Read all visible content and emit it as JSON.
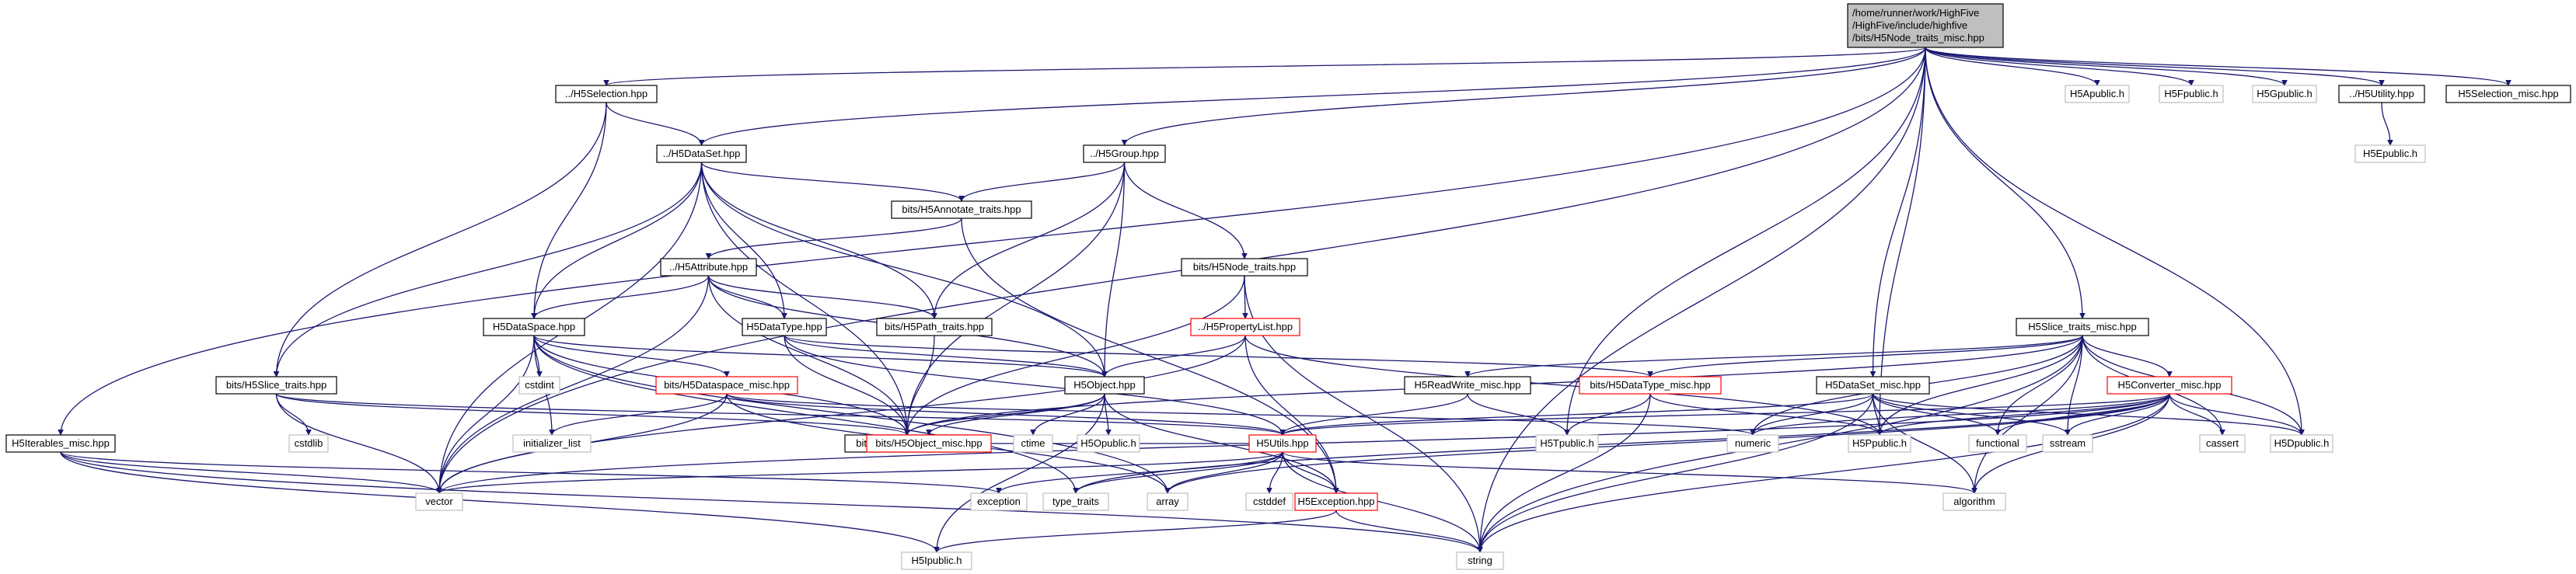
{
  "graph": {
    "nodes": [
      {
        "id": "root",
        "lines": [
          "/home/runner/work/HighFive",
          "/HighFive/include/highfive",
          "/bits/H5Node_traits_misc.hpp"
        ],
        "style": "root"
      },
      {
        "id": "h5selection",
        "lines": [
          "../H5Selection.hpp"
        ],
        "style": "normal"
      },
      {
        "id": "h5dataset",
        "lines": [
          "../H5DataSet.hpp"
        ],
        "style": "normal"
      },
      {
        "id": "h5group",
        "lines": [
          "../H5Group.hpp"
        ],
        "style": "normal"
      },
      {
        "id": "annotate",
        "lines": [
          "bits/H5Annotate_traits.hpp"
        ],
        "style": "normal"
      },
      {
        "id": "node_traits",
        "lines": [
          "bits/H5Node_traits.hpp"
        ],
        "style": "normal"
      },
      {
        "id": "h5attribute",
        "lines": [
          "../H5Attribute.hpp"
        ],
        "style": "normal"
      },
      {
        "id": "h5dataspace",
        "lines": [
          "H5DataSpace.hpp"
        ],
        "style": "normal"
      },
      {
        "id": "h5datatype",
        "lines": [
          "H5DataType.hpp"
        ],
        "style": "normal"
      },
      {
        "id": "path_traits",
        "lines": [
          "bits/H5Path_traits.hpp"
        ],
        "style": "normal"
      },
      {
        "id": "proplist",
        "lines": [
          "../H5PropertyList.hpp"
        ],
        "style": "red"
      },
      {
        "id": "slice_traits",
        "lines": [
          "bits/H5Slice_traits.hpp"
        ],
        "style": "normal"
      },
      {
        "id": "cstdlib",
        "lines": [
          "cstdlib"
        ],
        "style": "gray"
      },
      {
        "id": "cstdint",
        "lines": [
          "cstdint"
        ],
        "style": "gray"
      },
      {
        "id": "dataspace_misc",
        "lines": [
          "bits/H5Dataspace_misc.hpp"
        ],
        "style": "red"
      },
      {
        "id": "h5object",
        "lines": [
          "H5Object.hpp"
        ],
        "style": "normal"
      },
      {
        "id": "initializer_list",
        "lines": [
          "initializer_list"
        ],
        "style": "gray"
      },
      {
        "id": "h5defs",
        "lines": [
          "bits/H5_definitions.hpp"
        ],
        "style": "normal"
      },
      {
        "id": "object_misc",
        "lines": [
          "bits/H5Object_misc.hpp"
        ],
        "style": "red"
      },
      {
        "id": "ctime",
        "lines": [
          "ctime"
        ],
        "style": "gray"
      },
      {
        "id": "h5opublic",
        "lines": [
          "H5Opublic.h"
        ],
        "style": "gray"
      },
      {
        "id": "h5utils",
        "lines": [
          "H5Utils.hpp"
        ],
        "style": "red"
      },
      {
        "id": "iterables",
        "lines": [
          "H5Iterables_misc.hpp"
        ],
        "style": "normal"
      },
      {
        "id": "vector",
        "lines": [
          "vector"
        ],
        "style": "gray"
      },
      {
        "id": "exception",
        "lines": [
          "exception"
        ],
        "style": "gray"
      },
      {
        "id": "type_traits",
        "lines": [
          "type_traits"
        ],
        "style": "gray"
      },
      {
        "id": "array",
        "lines": [
          "array"
        ],
        "style": "gray"
      },
      {
        "id": "cstddef",
        "lines": [
          "cstddef"
        ],
        "style": "gray"
      },
      {
        "id": "h5exception",
        "lines": [
          "H5Exception.hpp"
        ],
        "style": "red"
      },
      {
        "id": "h5ipublic",
        "lines": [
          "H5Ipublic.h"
        ],
        "style": "gray"
      },
      {
        "id": "string",
        "lines": [
          "string"
        ],
        "style": "gray"
      },
      {
        "id": "algorithm",
        "lines": [
          "algorithm"
        ],
        "style": "gray"
      },
      {
        "id": "readwrite",
        "lines": [
          "H5ReadWrite_misc.hpp"
        ],
        "style": "normal"
      },
      {
        "id": "datatype_misc",
        "lines": [
          "bits/H5DataType_misc.hpp"
        ],
        "style": "red"
      },
      {
        "id": "h5tpublic",
        "lines": [
          "H5Tpublic.h"
        ],
        "style": "gray"
      },
      {
        "id": "dataset_misc",
        "lines": [
          "H5DataSet_misc.hpp"
        ],
        "style": "normal"
      },
      {
        "id": "numeric",
        "lines": [
          "numeric"
        ],
        "style": "gray"
      },
      {
        "id": "h5ppublic",
        "lines": [
          "H5Ppublic.h"
        ],
        "style": "gray"
      },
      {
        "id": "functional",
        "lines": [
          "functional"
        ],
        "style": "gray"
      },
      {
        "id": "sstream",
        "lines": [
          "sstream"
        ],
        "style": "gray"
      },
      {
        "id": "converter",
        "lines": [
          "H5Converter_misc.hpp"
        ],
        "style": "red"
      },
      {
        "id": "cassert",
        "lines": [
          "cassert"
        ],
        "style": "gray"
      },
      {
        "id": "h5dpublic",
        "lines": [
          "H5Dpublic.h"
        ],
        "style": "gray"
      },
      {
        "id": "slice_traits_misc",
        "lines": [
          "H5Slice_traits_misc.hpp"
        ],
        "style": "normal"
      },
      {
        "id": "h5apublic",
        "lines": [
          "H5Apublic.h"
        ],
        "style": "gray"
      },
      {
        "id": "h5fpublic",
        "lines": [
          "H5Fpublic.h"
        ],
        "style": "gray"
      },
      {
        "id": "h5gpublic",
        "lines": [
          "H5Gpublic.h"
        ],
        "style": "gray"
      },
      {
        "id": "h5utility",
        "lines": [
          "../H5Utility.hpp"
        ],
        "style": "normal"
      },
      {
        "id": "h5epublic",
        "lines": [
          "H5Epublic.h"
        ],
        "style": "gray"
      },
      {
        "id": "selection_misc",
        "lines": [
          "H5Selection_misc.hpp"
        ],
        "style": "normal"
      }
    ],
    "edges": [
      [
        "root",
        "iterables"
      ],
      [
        "root",
        "vector"
      ],
      [
        "root",
        "h5selection"
      ],
      [
        "root",
        "h5dataset"
      ],
      [
        "root",
        "h5group"
      ],
      [
        "root",
        "string"
      ],
      [
        "root",
        "h5tpublic"
      ],
      [
        "root",
        "dataset_misc"
      ],
      [
        "root",
        "h5ppublic"
      ],
      [
        "root",
        "slice_traits_misc"
      ],
      [
        "root",
        "h5dpublic"
      ],
      [
        "root",
        "h5apublic"
      ],
      [
        "root",
        "h5fpublic"
      ],
      [
        "root",
        "h5gpublic"
      ],
      [
        "root",
        "h5utility"
      ],
      [
        "root",
        "selection_misc"
      ],
      [
        "h5selection",
        "h5dataset"
      ],
      [
        "h5selection",
        "h5dataspace"
      ],
      [
        "h5selection",
        "slice_traits"
      ],
      [
        "h5dataset",
        "annotate"
      ],
      [
        "h5dataset",
        "h5dataspace"
      ],
      [
        "h5dataset",
        "h5datatype"
      ],
      [
        "h5dataset",
        "path_traits"
      ],
      [
        "h5dataset",
        "slice_traits"
      ],
      [
        "h5dataset",
        "h5object"
      ],
      [
        "h5dataset",
        "h5defs"
      ],
      [
        "h5dataset",
        "vector"
      ],
      [
        "h5group",
        "annotate"
      ],
      [
        "h5group",
        "node_traits"
      ],
      [
        "h5group",
        "path_traits"
      ],
      [
        "h5group",
        "h5object"
      ],
      [
        "h5group",
        "h5defs"
      ],
      [
        "annotate",
        "h5attribute"
      ],
      [
        "annotate",
        "h5exception"
      ],
      [
        "node_traits",
        "proplist"
      ],
      [
        "node_traits",
        "h5defs"
      ],
      [
        "node_traits",
        "string"
      ],
      [
        "h5attribute",
        "h5dataspace"
      ],
      [
        "h5attribute",
        "h5datatype"
      ],
      [
        "h5attribute",
        "path_traits"
      ],
      [
        "h5attribute",
        "h5object"
      ],
      [
        "h5attribute",
        "h5defs"
      ],
      [
        "h5attribute",
        "vector"
      ],
      [
        "h5dataspace",
        "cstdint"
      ],
      [
        "h5dataspace",
        "dataspace_misc"
      ],
      [
        "h5dataspace",
        "h5object"
      ],
      [
        "h5dataspace",
        "initializer_list"
      ],
      [
        "h5dataspace",
        "h5defs"
      ],
      [
        "h5dataspace",
        "vector"
      ],
      [
        "h5dataspace",
        "array"
      ],
      [
        "h5dataspace",
        "type_traits"
      ],
      [
        "h5datatype",
        "h5object"
      ],
      [
        "h5datatype",
        "datatype_misc"
      ],
      [
        "h5datatype",
        "h5defs"
      ],
      [
        "h5datatype",
        "h5utils"
      ],
      [
        "path_traits",
        "h5defs"
      ],
      [
        "proplist",
        "h5object"
      ],
      [
        "proplist",
        "h5exception"
      ],
      [
        "proplist",
        "vector"
      ],
      [
        "proplist",
        "h5ppublic"
      ],
      [
        "slice_traits",
        "cstdlib"
      ],
      [
        "slice_traits",
        "h5defs"
      ],
      [
        "slice_traits",
        "h5utils"
      ],
      [
        "slice_traits",
        "vector"
      ],
      [
        "dataspace_misc",
        "initializer_list"
      ],
      [
        "dataspace_misc",
        "h5utils"
      ],
      [
        "dataspace_misc",
        "vector"
      ],
      [
        "dataspace_misc",
        "array"
      ],
      [
        "dataspace_misc",
        "numeric"
      ],
      [
        "h5object",
        "h5defs"
      ],
      [
        "h5object",
        "object_misc"
      ],
      [
        "h5object",
        "ctime"
      ],
      [
        "h5object",
        "h5opublic"
      ],
      [
        "h5object",
        "h5exception"
      ],
      [
        "h5object",
        "h5ipublic"
      ],
      [
        "h5utils",
        "vector"
      ],
      [
        "h5utils",
        "exception"
      ],
      [
        "h5utils",
        "type_traits"
      ],
      [
        "h5utils",
        "array"
      ],
      [
        "h5utils",
        "cstddef"
      ],
      [
        "h5utils",
        "h5exception"
      ],
      [
        "h5utils",
        "string"
      ],
      [
        "h5utils",
        "algorithm"
      ],
      [
        "h5utils",
        "h5defs"
      ],
      [
        "h5exception",
        "h5ipublic"
      ],
      [
        "h5exception",
        "string"
      ],
      [
        "iterables",
        "vector"
      ],
      [
        "iterables",
        "exception"
      ],
      [
        "iterables",
        "string"
      ],
      [
        "iterables",
        "h5ipublic"
      ],
      [
        "readwrite",
        "h5utils"
      ],
      [
        "readwrite",
        "h5tpublic"
      ],
      [
        "datatype_misc",
        "h5tpublic"
      ],
      [
        "datatype_misc",
        "string"
      ],
      [
        "datatype_misc",
        "h5ppublic"
      ],
      [
        "dataset_misc",
        "h5utils"
      ],
      [
        "dataset_misc",
        "numeric"
      ],
      [
        "dataset_misc",
        "h5ppublic"
      ],
      [
        "dataset_misc",
        "functional"
      ],
      [
        "dataset_misc",
        "sstream"
      ],
      [
        "dataset_misc",
        "string"
      ],
      [
        "dataset_misc",
        "algorithm"
      ],
      [
        "dataset_misc",
        "h5dpublic"
      ],
      [
        "converter",
        "h5utils"
      ],
      [
        "converter",
        "vector"
      ],
      [
        "converter",
        "type_traits"
      ],
      [
        "converter",
        "array"
      ],
      [
        "converter",
        "numeric"
      ],
      [
        "converter",
        "h5ppublic"
      ],
      [
        "converter",
        "functional"
      ],
      [
        "converter",
        "sstream"
      ],
      [
        "converter",
        "cassert"
      ],
      [
        "converter",
        "h5dpublic"
      ],
      [
        "converter",
        "string"
      ],
      [
        "converter",
        "algorithm"
      ],
      [
        "slice_traits_misc",
        "readwrite"
      ],
      [
        "slice_traits_misc",
        "datatype_misc"
      ],
      [
        "slice_traits_misc",
        "converter"
      ],
      [
        "slice_traits_misc",
        "numeric"
      ],
      [
        "slice_traits_misc",
        "h5ppublic"
      ],
      [
        "slice_traits_misc",
        "functional"
      ],
      [
        "slice_traits_misc",
        "sstream"
      ],
      [
        "slice_traits_misc",
        "cassert"
      ],
      [
        "slice_traits_misc",
        "h5dpublic"
      ],
      [
        "slice_traits_misc",
        "string"
      ],
      [
        "slice_traits_misc",
        "algorithm"
      ],
      [
        "slice_traits_misc",
        "h5defs"
      ],
      [
        "h5utility",
        "h5epublic"
      ]
    ]
  }
}
